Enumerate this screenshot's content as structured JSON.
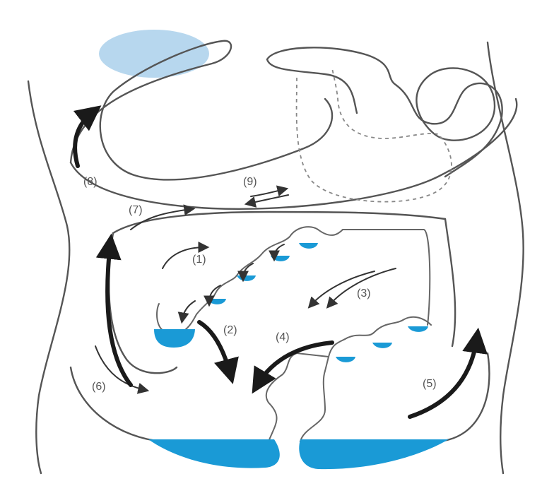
{
  "labels": {
    "l1": "(1)",
    "l2": "(2)",
    "l3": "(3)",
    "l4": "(4)",
    "l5": "(5)",
    "l6": "(6)",
    "l7": "(7)",
    "l8": "(8)",
    "l9": "(9)"
  },
  "colors": {
    "fluid": "#1a9ad6",
    "collection": "#b7d7ee",
    "outline": "#555555",
    "arrow": "#1a1a1a"
  }
}
